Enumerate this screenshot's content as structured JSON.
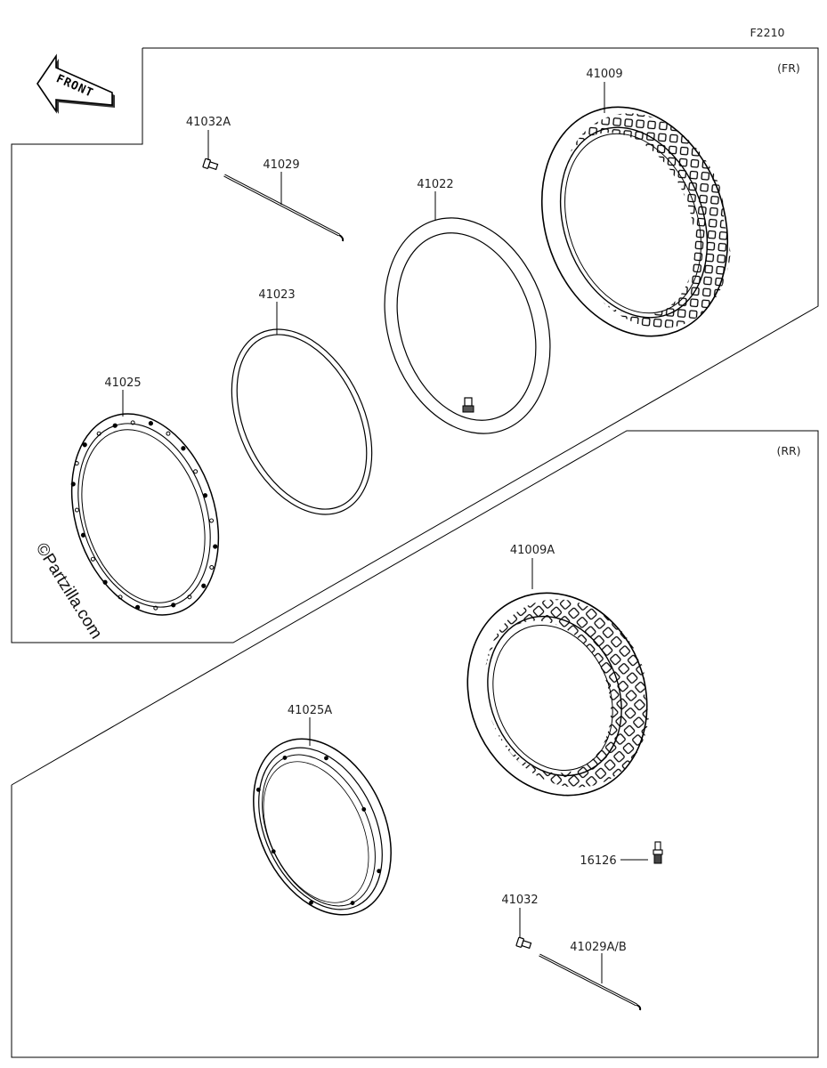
{
  "figure_code": "F2210",
  "front_arrow_label": "FRONT",
  "watermark": "©Partzilla.com",
  "sections": {
    "front": {
      "label": "(FR)"
    },
    "rear": {
      "label": "(RR)"
    }
  },
  "parts": {
    "tire_front": "41009",
    "tube_front": "41022",
    "rim_band_front": "41023",
    "rim_front": "41025",
    "spoke_nipple_front": "41032A",
    "spoke_front": "41029",
    "tire_rear": "41009A",
    "rim_rear": "41025A",
    "valve": "16126",
    "spoke_nipple_rear": "41032",
    "spoke_rear": "41029A/B"
  }
}
